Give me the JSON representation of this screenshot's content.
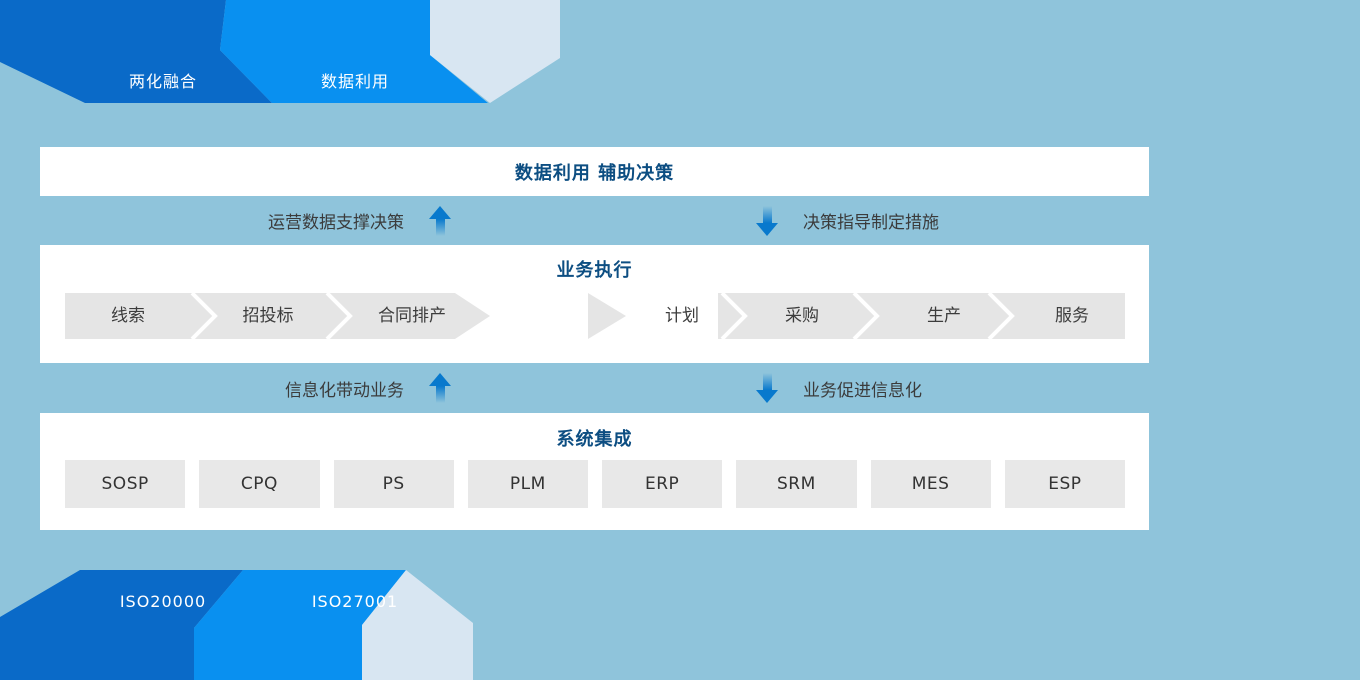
{
  "tabs": {
    "top": [
      {
        "label": "两化融合"
      },
      {
        "label": "数据利用"
      }
    ],
    "bottom": [
      {
        "label": "ISO20000"
      },
      {
        "label": "ISO27001"
      }
    ]
  },
  "decision_panel": {
    "title": "数据利用 辅助决策"
  },
  "flow_links": {
    "data_supports_decision": "运营数据支撑决策",
    "decision_guides_measures": "决策指导制定措施",
    "it_drives_business": "信息化带动业务",
    "business_promotes_it": "业务促进信息化"
  },
  "execution_panel": {
    "title": "业务执行",
    "left_steps": [
      "线索",
      "招投标",
      "合同排产"
    ],
    "right_steps": [
      "计划",
      "采购",
      "生产",
      "服务"
    ]
  },
  "integration_panel": {
    "title": "系统集成",
    "systems": [
      "SOSP",
      "CPQ",
      "PS",
      "PLM",
      "ERP",
      "SRM",
      "MES",
      "ESP"
    ]
  },
  "icons": {
    "up_arrow": "up-arrow-icon",
    "down_arrow": "down-arrow-icon",
    "chevron_right": "chevron-right-icon"
  },
  "colors": {
    "background": "#8fc4db",
    "ribbon_dark_blue": "#0a6ac8",
    "ribbon_bright_blue": "#0990f0",
    "ribbon_pale_blue": "#d8e6f2",
    "panel_white": "#ffffff",
    "title_navy": "#0d4e82",
    "chevron_gray": "#e5e5e5",
    "system_box_gray": "#e8e8e8",
    "arrow_blue": "#0879cd",
    "link_text_gray": "#3b3b3b"
  }
}
